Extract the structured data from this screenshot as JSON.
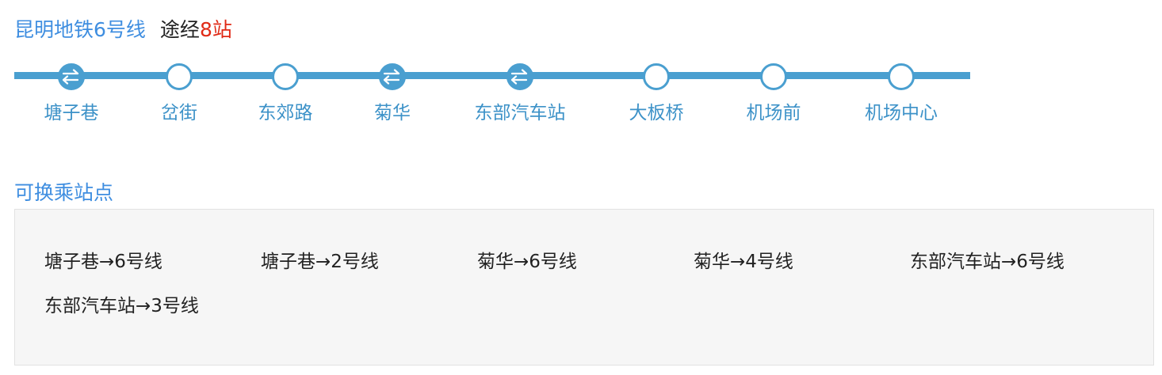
{
  "header": {
    "line_name": "昆明地铁6号线",
    "via_prefix": "途经",
    "via_count": "8站"
  },
  "route": {
    "stations": [
      {
        "name": "塘子巷",
        "transfer": true
      },
      {
        "name": "岔街",
        "transfer": false
      },
      {
        "name": "东郊路",
        "transfer": false
      },
      {
        "name": "菊华",
        "transfer": true
      },
      {
        "name": "东部汽车站",
        "transfer": true
      },
      {
        "name": "大板桥",
        "transfer": false
      },
      {
        "name": "机场前",
        "transfer": false
      },
      {
        "name": "机场中心",
        "transfer": false
      }
    ],
    "transfer_icon": "transfer-arrows-icon"
  },
  "transfers": {
    "title": "可换乘站点",
    "items": [
      "塘子巷→6号线",
      "塘子巷→2号线",
      "菊华→6号线",
      "菊华→4号线",
      "东部汽车站→6号线",
      "东部汽车站→3号线"
    ]
  },
  "colors": {
    "line": "#4a9fd0",
    "title": "#3f8ee0",
    "accent_red": "#e02a16",
    "box_bg": "#f6f6f6"
  }
}
